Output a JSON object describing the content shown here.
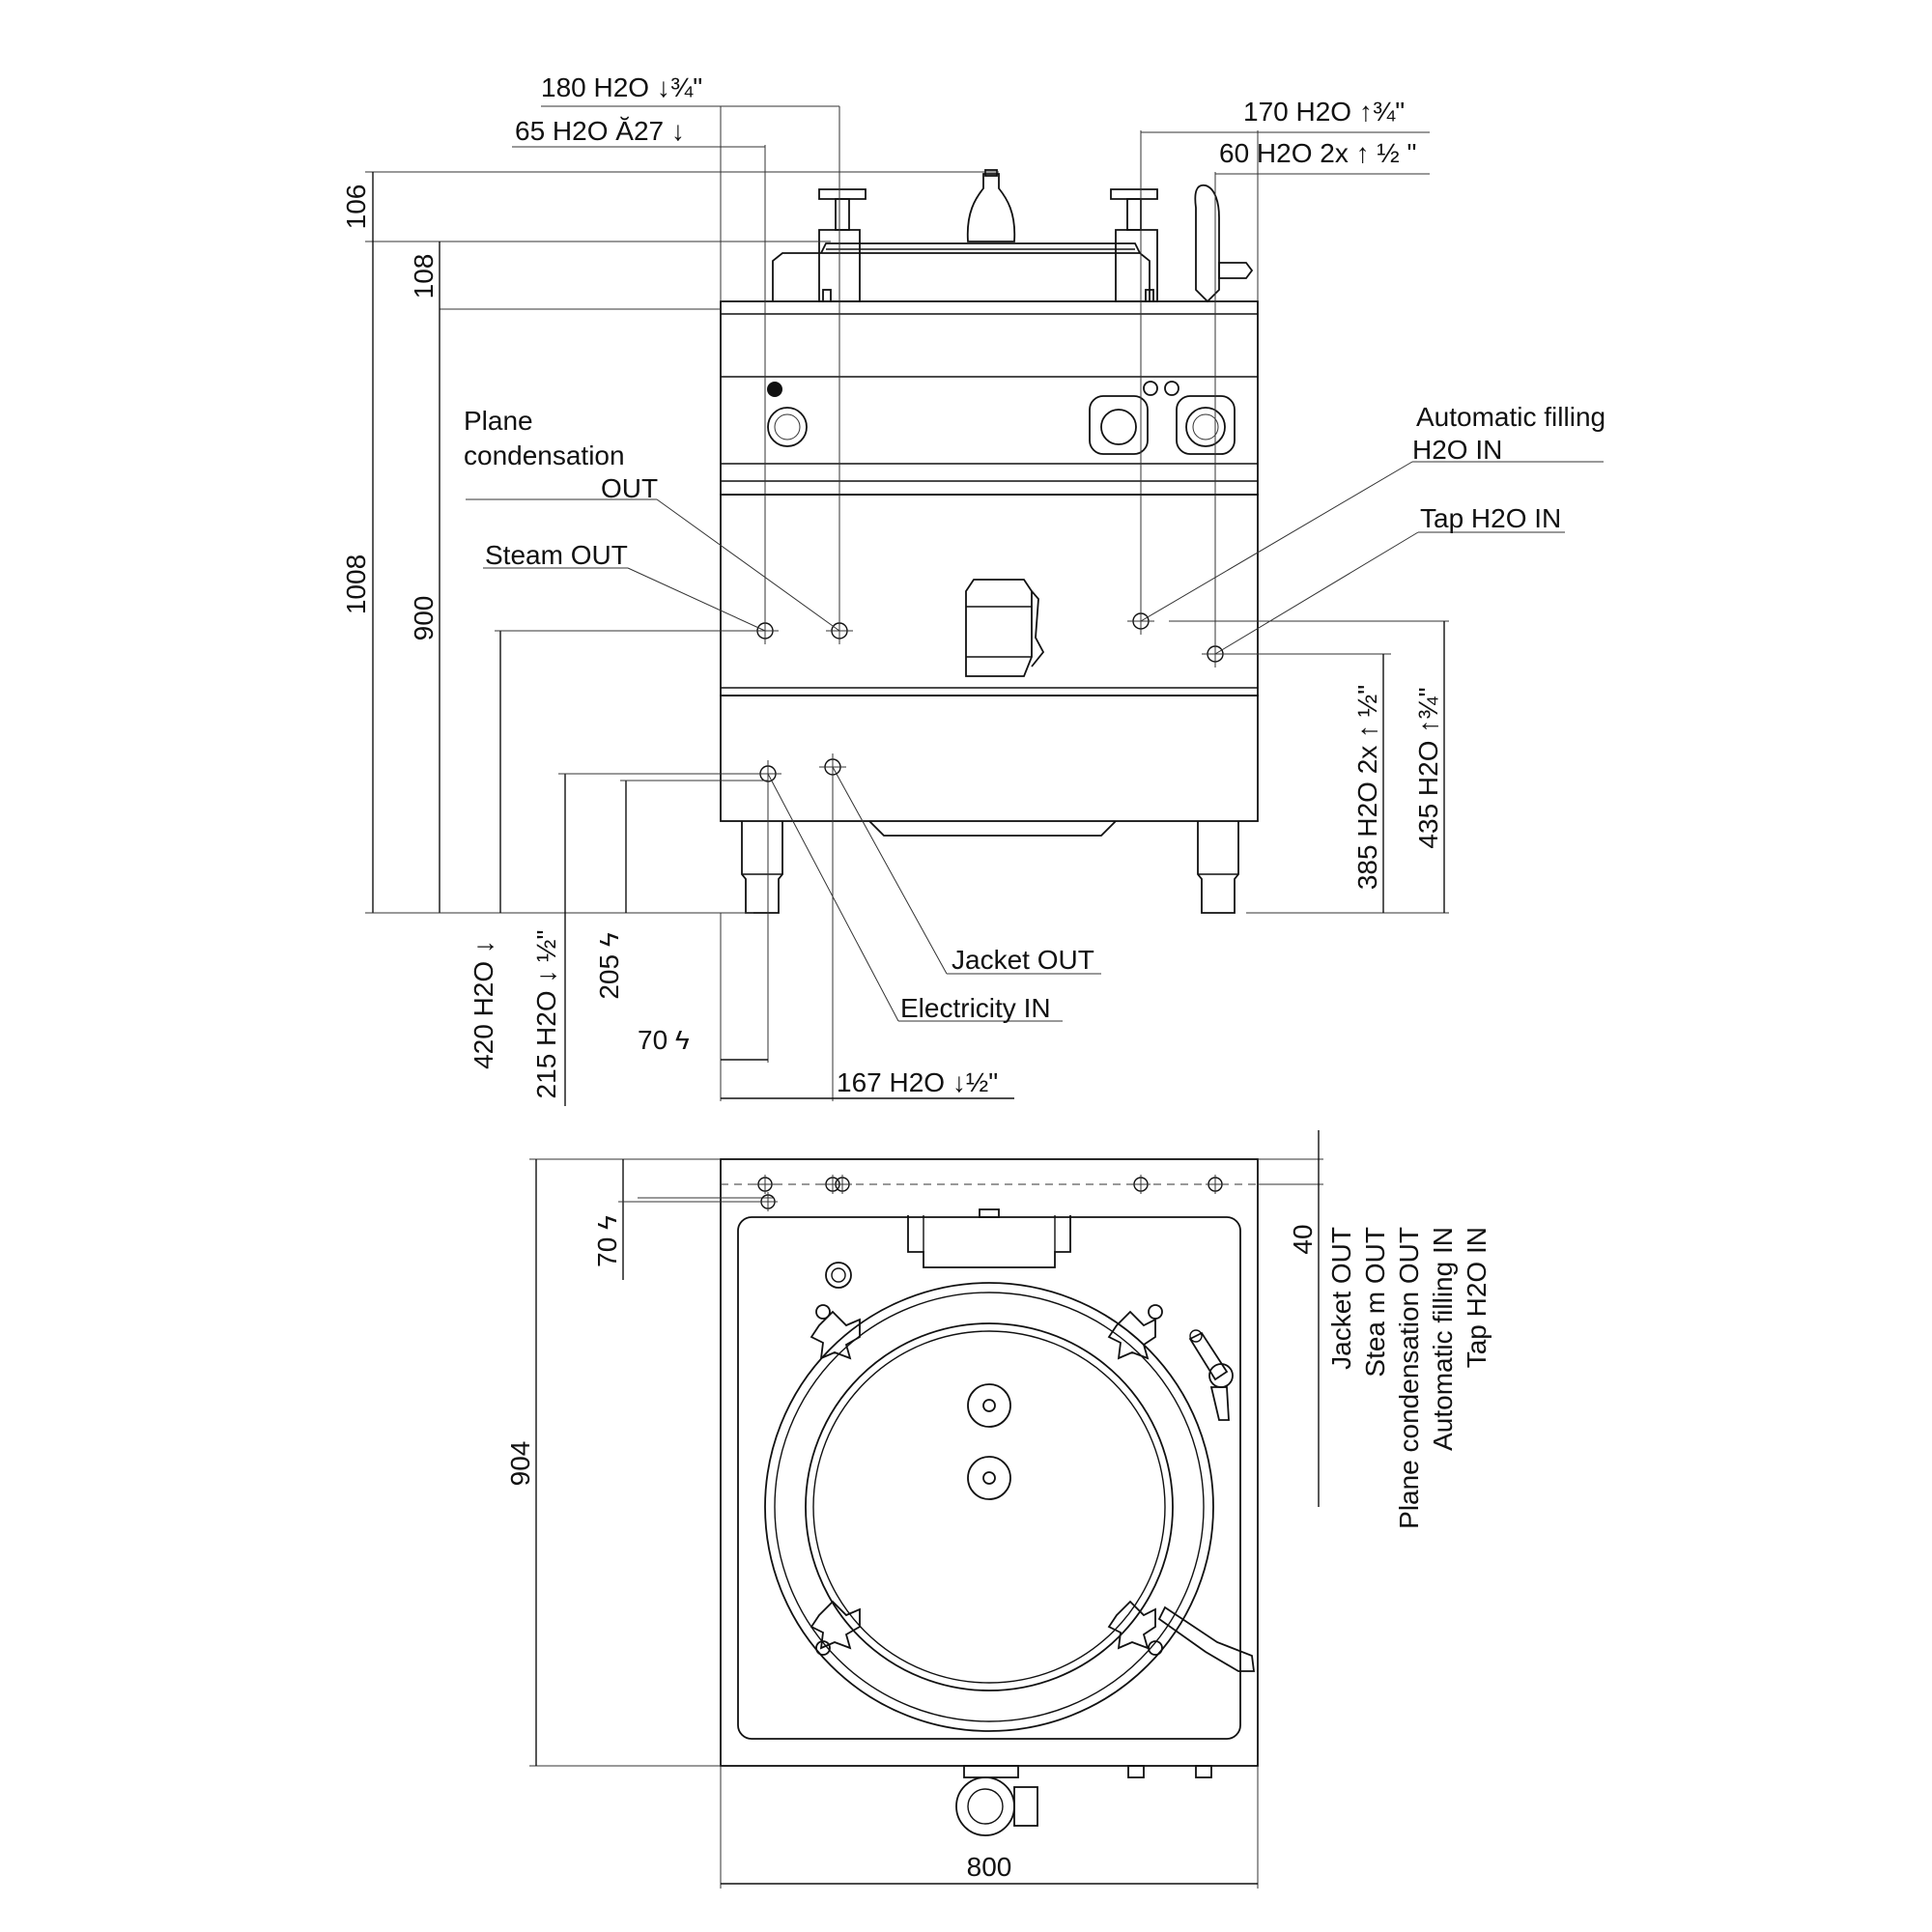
{
  "front_view": {
    "top_labels": {
      "steam_180": "180 H2O ↓¾\"",
      "steam_65": "65 H2O Ă27 ↓",
      "fill_170": "170 H2O ↑¾\"",
      "tap_60": "60 H2O 2x ↑ ½ \""
    },
    "dimensions": {
      "d106": "106",
      "d108": "108",
      "d1008": "1008",
      "d900": "900",
      "d420": "420 H2O ↓",
      "d215": "215 H2O ↓ ½\"",
      "d205": "205 ϟ",
      "d70": "70 ϟ",
      "d167": "167 H2O ↓½\"",
      "d385": "385 H2O 2x ↑ ½\"",
      "d435": "435 H2O ↑¾\""
    },
    "callouts": {
      "plane_condensation_line1": "Plane",
      "plane_condensation_line2": "condensation",
      "plane_condensation_line3": "OUT",
      "steam_out": "Steam OUT",
      "automatic_filling_line1": "Automatic filling",
      "automatic_filling_line2": "H2O IN",
      "tap_h2o_in": "Tap H2O IN",
      "jacket_out": "Jacket  OUT",
      "electricity_in": "Electricity IN"
    }
  },
  "top_view": {
    "dimensions": {
      "d904": "904",
      "d800": "800",
      "d70": "70 ϟ",
      "d40": "40"
    },
    "connection_list": [
      "Jacket OUT",
      "Stea m OUT",
      "Plane condensation OUT",
      "Automatic filling IN",
      "Tap H2O IN"
    ]
  }
}
